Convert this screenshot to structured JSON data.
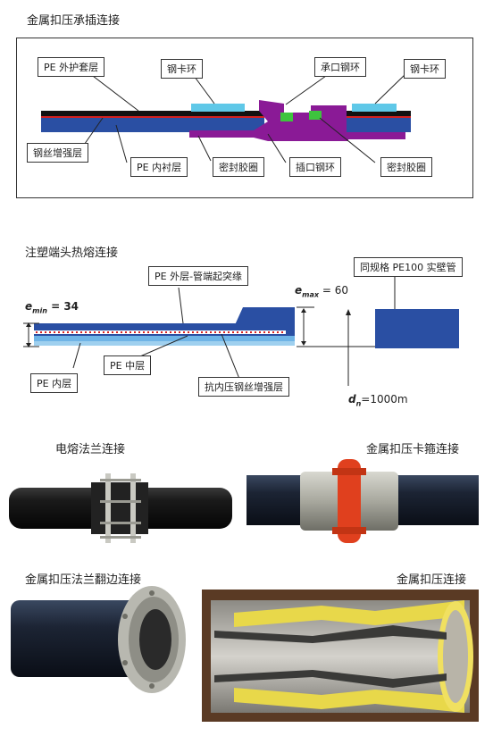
{
  "section1": {
    "title": "金属扣压承插连接",
    "labels": {
      "pe_outer": "PE 外护套层",
      "ring_left": "钢卡环",
      "socket_ring": "承口钢环",
      "ring_right": "钢卡环",
      "wire_layer": "钢丝增强层",
      "pe_inner": "PE 内衬层",
      "seal_left": "密封胶圈",
      "spigot_ring": "插口钢环",
      "seal_right": "密封胶圈"
    }
  },
  "section2": {
    "title": "注塑端头热熔连接",
    "labels": {
      "outer_layer": "PE 外层-管端起突缘",
      "same_spec": "同规格 PE100 实壁管",
      "emin_sym": "e",
      "emin_sub": "min",
      "emin_val": " = 34",
      "emax_sym": "e",
      "emax_sub": "max",
      "emax_val": " = 60",
      "inner_layer": "PE 内层",
      "middle_layer": "PE 中层",
      "wire_layer": "抗内压钢丝增强层",
      "dn_sym": "d",
      "dn_sub": "n",
      "dn_val": "=1000m"
    }
  },
  "photos": {
    "electrofusion": "电熔法兰连接",
    "clamp": "金属扣压卡箍连接",
    "flange_flip": "金属扣压法兰翻边连接",
    "crimp": "金属扣压连接"
  },
  "colors": {
    "pipe_blue": "#2a4fa3",
    "outer_black": "#111111",
    "red_line": "#d42020",
    "purple": "#8a1a96",
    "cyan": "#5fc8e8",
    "green": "#3ec43e",
    "light_blue": "#6fb4e6",
    "clamp_red": "#e0401e"
  }
}
